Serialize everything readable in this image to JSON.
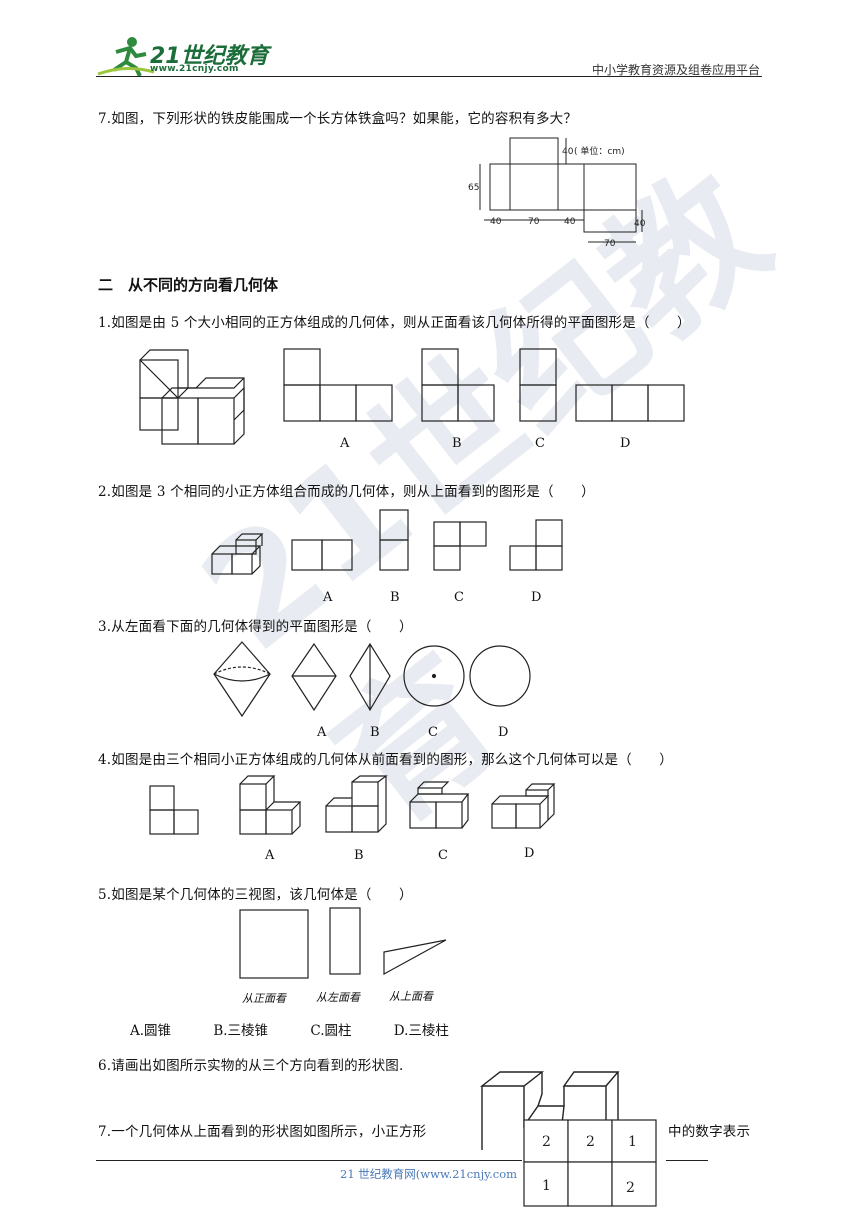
{
  "header": {
    "logo_text": "21世纪教育",
    "logo_url": "www.21cnjy.com",
    "platform": "中小学教育资源及组卷应用平台"
  },
  "q7a": {
    "text": "7.如图，下列形状的铁皮能围成一个长方体铁盒吗？如果能，它的容积有多大？",
    "figure": {
      "unit": "( 单位：cm)",
      "dims": [
        "40",
        "65",
        "40",
        "70",
        "40",
        "40",
        "70"
      ]
    }
  },
  "section2": {
    "title": "二　从不同的方向看几何体"
  },
  "q1": {
    "text": "1.如图是由 5 个大小相同的正方体组成的几何体，则从正面看该几何体所得的平面图形是（　　）",
    "labels": [
      "A",
      "B",
      "C",
      "D"
    ]
  },
  "q2": {
    "text": "2.如图是 3 个相同的小正方体组合而成的几何体，则从上面看到的图形是（　　）",
    "labels": [
      "A",
      "B",
      "C",
      "D"
    ]
  },
  "q3": {
    "text": "3.从左面看下面的几何体得到的平面图形是（　　）",
    "labels": [
      "A",
      "B",
      "C",
      "D"
    ]
  },
  "q4": {
    "text": "4.如图是由三个相同小正方体组成的几何体从前面看到的图形，那么这个几何体可以是（　　）",
    "labels": [
      "A",
      "B",
      "C",
      "D"
    ]
  },
  "q5": {
    "text": "5.如图是某个几何体的三视图，该几何体是（　　）",
    "view_labels": [
      "从正面看",
      "从左面看",
      "从上面看"
    ],
    "choices": [
      "A.圆锥",
      "B.三棱锥",
      "C.圆柱",
      "D.三棱柱"
    ]
  },
  "q6": {
    "text": "6.请画出如图所示实物的从三个方向看到的形状图."
  },
  "q7b": {
    "text": "7.一个几何体从上面看到的形状图如图所示，小正方形",
    "text_end": "中的数字表示",
    "grid": [
      [
        "2",
        "2",
        "1"
      ],
      [
        "1",
        "",
        "2"
      ]
    ]
  },
  "footer": {
    "text": "21 世纪教育网(www.21cnjy.com"
  },
  "watermark": "21世纪教育"
}
